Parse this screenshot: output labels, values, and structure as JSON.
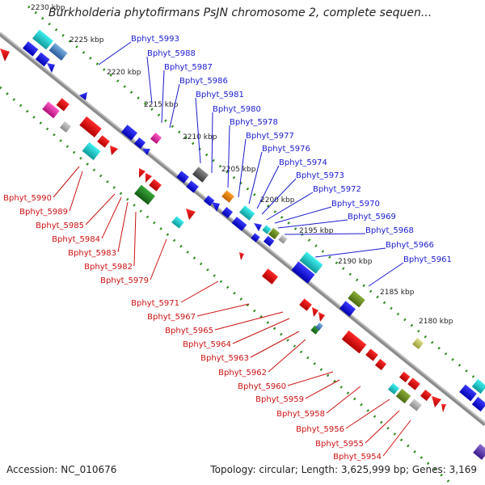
{
  "title": "Burkholderia phytofirmans PsJN chromosome 2, complete sequen...",
  "footer": {
    "accession": "Accession: NC_010676",
    "summary": "Topology: circular; Length: 3,625,999 bp; Genes: 3,169"
  },
  "colors": {
    "forward_label": "#1a1ad0",
    "reverse_label": "#cc1111",
    "backbone": "#8c8c8c",
    "scale_dots": "#2a8a1a"
  },
  "scale_labels": [
    "2230 kbp",
    "2225 kbp",
    "2220 kbp",
    "2215 kbp",
    "2210 kbp",
    "2205 kbp",
    "2200 kbp",
    "2195 kbp",
    "2190 kbp",
    "2185 kbp",
    "2180 kbp"
  ],
  "forward_labels": [
    "Bphyt_5993",
    "Bphyt_5988",
    "Bphyt_5987",
    "Bphyt_5986",
    "Bphyt_5981",
    "Bphyt_5980",
    "Bphyt_5978",
    "Bphyt_5977",
    "Bphyt_5976",
    "Bphyt_5974",
    "Bphyt_5973",
    "Bphyt_5972",
    "Bphyt_5970",
    "Bphyt_5969",
    "Bphyt_5968",
    "Bphyt_5966",
    "Bphyt_5961"
  ],
  "reverse_labels": [
    "Bphyt_5990",
    "Bphyt_5989",
    "Bphyt_5985",
    "Bphyt_5984",
    "Bphyt_5983",
    "Bphyt_5982",
    "Bphyt_5979",
    "Bphyt_5971",
    "Bphyt_5967",
    "Bphyt_5965",
    "Bphyt_5964",
    "Bphyt_5963",
    "Bphyt_5962",
    "Bphyt_5960",
    "Bphyt_5959",
    "Bphyt_5958",
    "Bphyt_5956",
    "Bphyt_5955",
    "Bphyt_5954"
  ]
}
